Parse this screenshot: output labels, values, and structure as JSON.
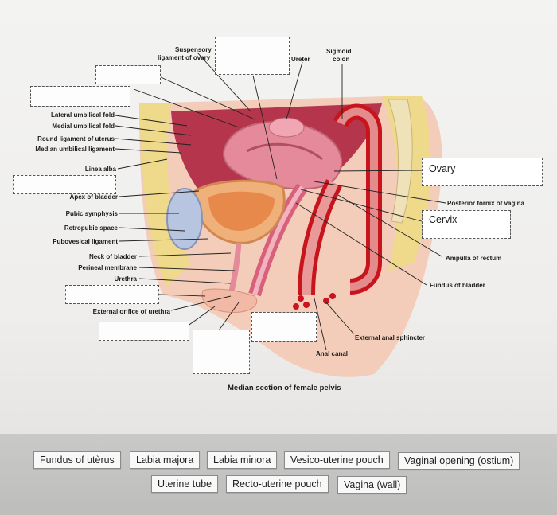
{
  "labels": {
    "suspensory_1": "Suspensory",
    "suspensory_2": "ligament of ovary",
    "ureter": "Ureter",
    "sigmoid_1": "Sigmoid",
    "sigmoid_2": "colon",
    "lateral_umbilical_fold": "Lateral umbilical fold",
    "medial_umbilical_fold": "Medial umbilical fold",
    "round_ligament": "Round ligament of uterus",
    "median_umbilical_ligament": "Median umbilical ligament",
    "linea_alba": "Linea alba",
    "apex_of_bladder": "Apex of bladder",
    "pubic_symphysis": "Pubic symphysis",
    "retropubic_space": "Retropubic space",
    "pubovesical_ligament": "Pubovesical ligament",
    "neck_of_bladder": "Neck of bladder",
    "perineal_membrane": "Perineal membrane",
    "urethra": "Urethra",
    "external_orifice": "External orifice of urethra",
    "posterior_fornix": "Posterior fornix of vagina",
    "ampulla_of_rectum": "Ampulla of rectum",
    "fundus_of_bladder": "Fundus of bladder",
    "external_anal_sphincter": "External anal sphincter",
    "anal_canal": "Anal canal"
  },
  "caption": "Median section of female pelvis",
  "drop_zones": {
    "ovary": "Ovary",
    "cervix": "Cervix"
  },
  "word_bank": {
    "fundus_of_uterus": "Fundus of utèrus",
    "labia_majora": "Labia majora",
    "labia_minora": "Labia minora",
    "vesico_uterine_pouch": "Vesico-uterine pouch",
    "vaginal_opening": "Vaginal opening (ostium)",
    "uterine_tube": "Uterine tube",
    "recto_uterine_pouch": "Recto-uterine pouch",
    "vagina_wall": "Vagina (wall)"
  },
  "colors": {
    "rectum_red": "#c8141c",
    "uterus_pink": "#e58a9a",
    "bladder_orange": "#e8a062",
    "fat_yellow": "#efd98a",
    "skin": "#f2c9b4"
  }
}
